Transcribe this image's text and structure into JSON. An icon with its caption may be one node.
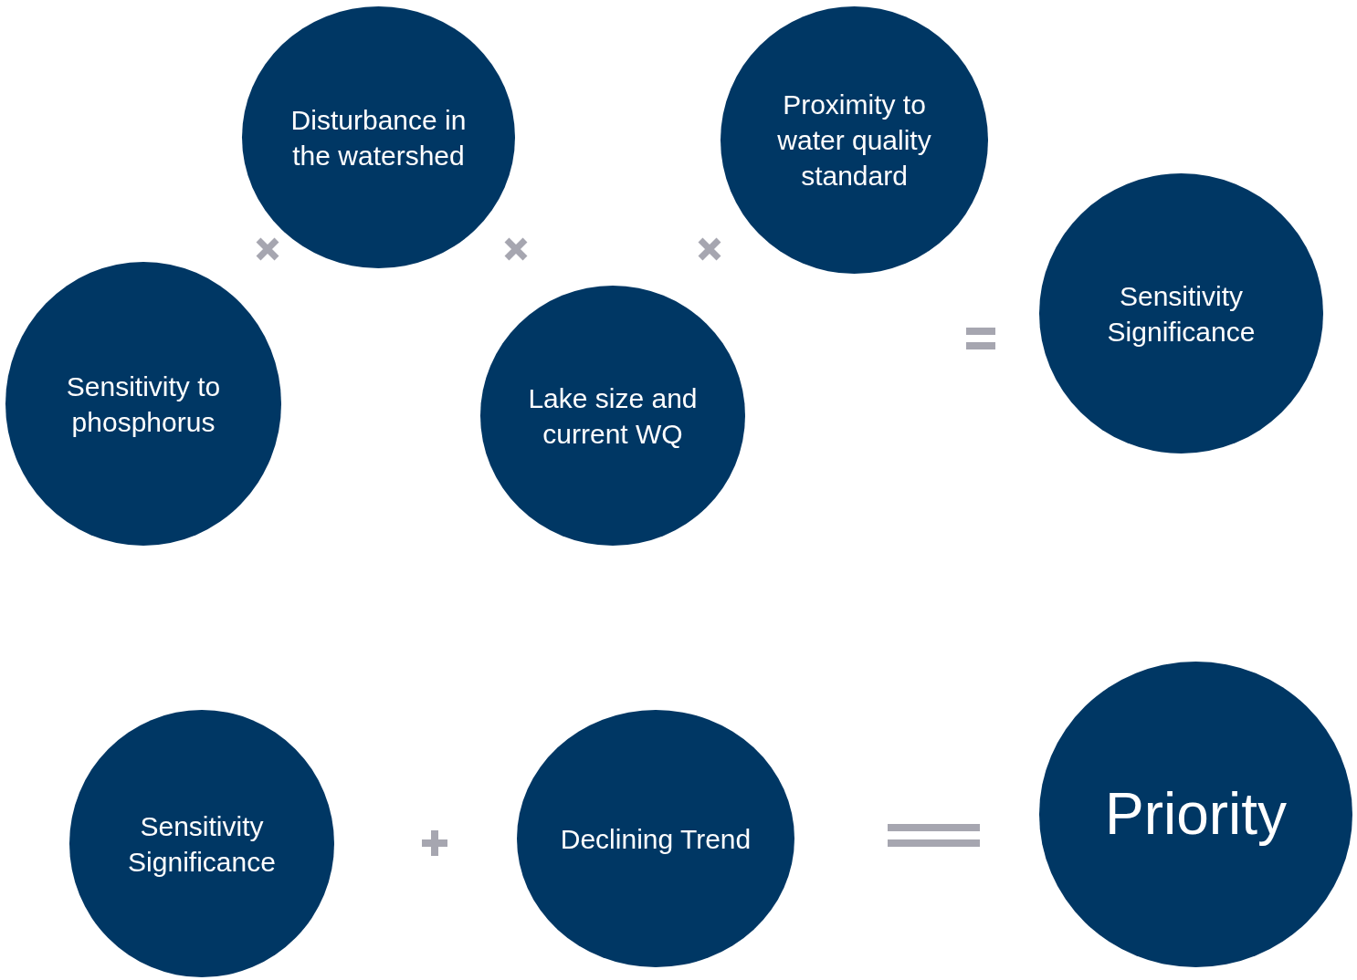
{
  "diagram": {
    "nodes": [
      {
        "text": [
          "Sensitivity to phosphorus"
        ]
      },
      {
        "text": [
          "Disturbance in the watershed"
        ]
      },
      {
        "text": [
          "Lake size and current WQ"
        ]
      },
      {
        "text": [
          "Proximity to water quality standard"
        ]
      },
      {
        "text": [
          "Sensitivity Significance"
        ]
      },
      {
        "text": [
          "Sensitivity Significance"
        ]
      },
      {
        "text": [
          "Declining Trend"
        ]
      },
      {
        "text": [
          "Priority"
        ]
      }
    ]
  }
}
